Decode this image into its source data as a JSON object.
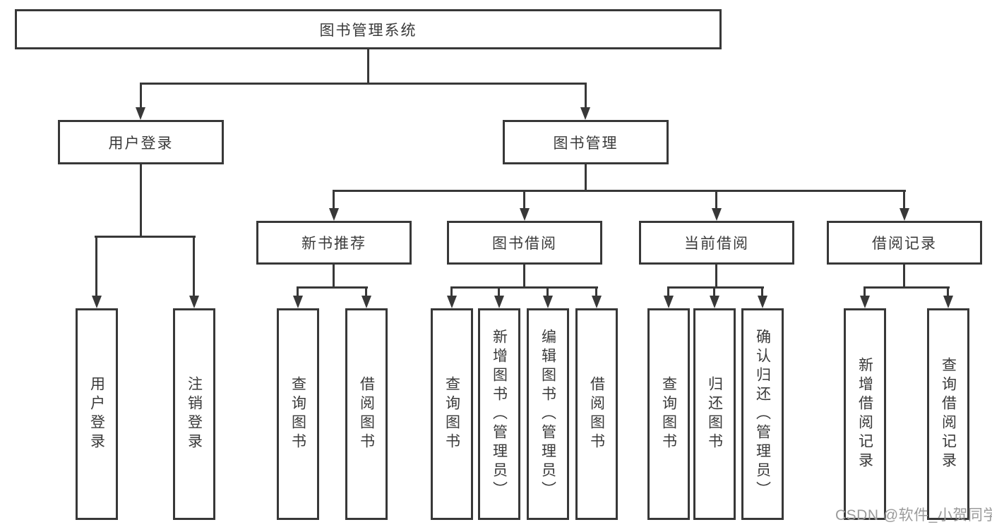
{
  "diagram": {
    "root": {
      "label": "图书管理系统"
    },
    "level2": [
      {
        "label": "用户登录"
      },
      {
        "label": "图书管理"
      }
    ],
    "level3": [
      {
        "label": "新书推荐"
      },
      {
        "label": "图书借阅"
      },
      {
        "label": "当前借阅"
      },
      {
        "label": "借阅记录"
      }
    ],
    "leaves": [
      {
        "label": "用户登录"
      },
      {
        "label": "注销登录"
      },
      {
        "label": "查询图书"
      },
      {
        "label": "借阅图书"
      },
      {
        "label": "查询图书"
      },
      {
        "label": "新增图书（管理员）"
      },
      {
        "label": "编辑图书（管理员）"
      },
      {
        "label": "借阅图书"
      },
      {
        "label": "查询图书"
      },
      {
        "label": "归还图书"
      },
      {
        "label": "确认归还（管理员）"
      },
      {
        "label": "新增借阅记录"
      },
      {
        "label": "查询借阅记录"
      }
    ]
  },
  "watermark": {
    "text": "CSDN @软件_小贺同学"
  },
  "colors": {
    "line": "#383838",
    "text": "#3a3a3a",
    "watermark": "#9b9b9b",
    "background": "#ffffff"
  }
}
